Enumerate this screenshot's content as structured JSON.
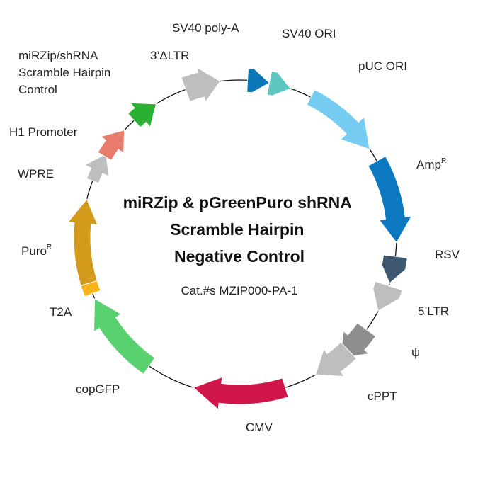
{
  "title_lines": [
    "miRZip & pGreenPuro shRNA",
    "Scramble Hairpin",
    "Negative Control"
  ],
  "catalog": "Cat.#s MZIP000-PA-1",
  "features": [
    {
      "id": "sv40-polya",
      "label": "SV40 poly-A",
      "color": "#0c78b8"
    },
    {
      "id": "sv40-ori",
      "label": "SV40 ORI",
      "color": "#5ec6c0"
    },
    {
      "id": "puc-ori",
      "label": "pUC ORI",
      "color": "#76cdf1"
    },
    {
      "id": "amp",
      "label": "Amp",
      "sup": "R",
      "color": "#0b78bf"
    },
    {
      "id": "rsv",
      "label": "RSV",
      "color": "#3d586f"
    },
    {
      "id": "ltr5",
      "label": "5’LTR",
      "color": "#bdbec0"
    },
    {
      "id": "psi",
      "label": "ψ",
      "color": "#8d8e90"
    },
    {
      "id": "cppt",
      "label": "cPPT",
      "color": "#bdbec0"
    },
    {
      "id": "cmv",
      "label": "CMV",
      "color": "#d0154a"
    },
    {
      "id": "copgfp",
      "label": "copGFP",
      "color": "#5ad16f"
    },
    {
      "id": "t2a",
      "label": "T2A",
      "color": "#f8b419"
    },
    {
      "id": "puro",
      "label": "Puro",
      "sup": "R",
      "color": "#d49a1c"
    },
    {
      "id": "wpre",
      "label": "WPRE",
      "color": "#bdbec0"
    },
    {
      "id": "h1",
      "label": "H1 Promoter",
      "color": "#e87c6c"
    },
    {
      "id": "mirzip",
      "label_lines": [
        "miRZip/shRNA",
        "Scramble Hairpin",
        "Control"
      ],
      "color": "#2bb131"
    },
    {
      "id": "ltr3",
      "label": "3’ΔLTR",
      "color": "#bdbec0"
    }
  ],
  "backbone_color": "#111111"
}
